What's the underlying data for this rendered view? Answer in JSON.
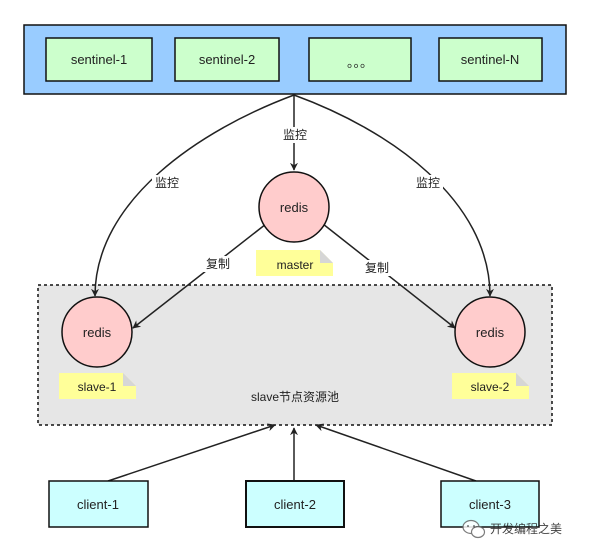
{
  "sentinel_group": {
    "items": [
      {
        "label": "sentinel-1"
      },
      {
        "label": "sentinel-2"
      },
      {
        "label": "。。。"
      },
      {
        "label": "sentinel-N"
      }
    ]
  },
  "edges": {
    "monitor_label": "监控",
    "replicate_label": "复制"
  },
  "master": {
    "node_label": "redis",
    "tag_label": "master"
  },
  "slave_pool": {
    "title": "slave节点资源池",
    "slaves": [
      {
        "node_label": "redis",
        "tag_label": "slave-1"
      },
      {
        "node_label": "redis",
        "tag_label": "slave-2"
      }
    ]
  },
  "clients": [
    {
      "label": "client-1"
    },
    {
      "label": "client-2"
    },
    {
      "label": "client-3"
    }
  ],
  "watermark": {
    "text": "开发编程之美",
    "icon": "wechat-icon"
  },
  "colors": {
    "sentinel_bar": "#99ccff",
    "sentinel_box": "#ccffcc",
    "redis_node": "#ffcccc",
    "tag_note": "#ffff99",
    "pool_bg": "#e6e6e6",
    "client_box": "#ccffff"
  }
}
